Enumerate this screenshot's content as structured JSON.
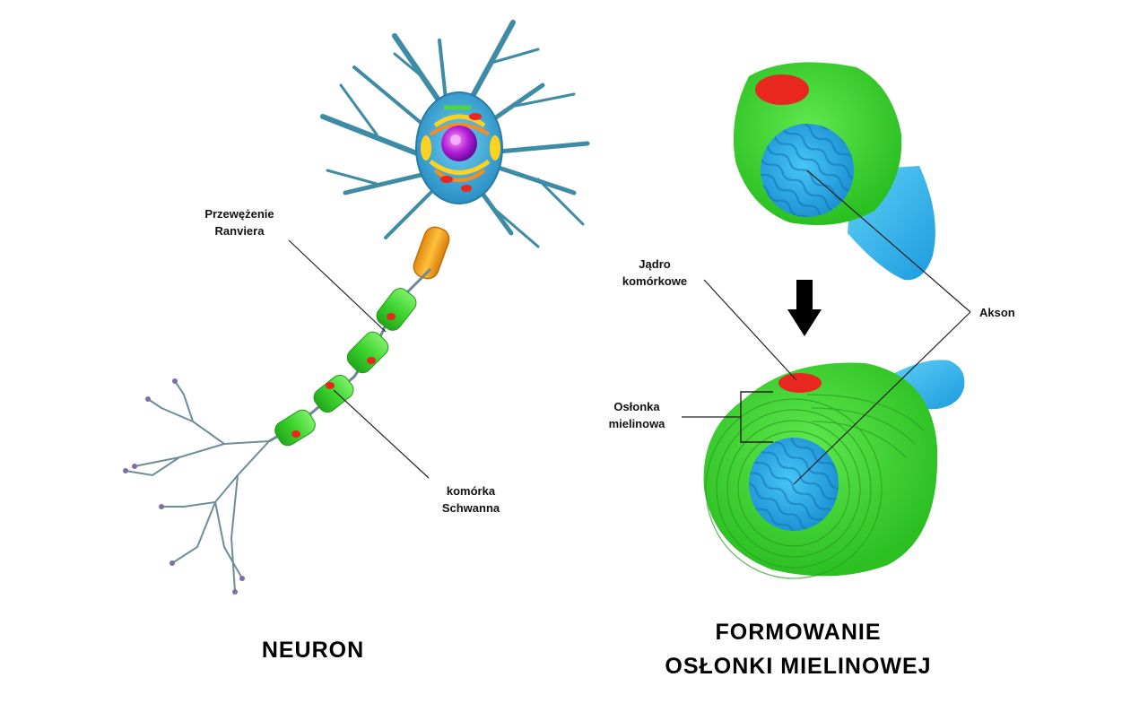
{
  "labels": {
    "ranvier": [
      "Przewężenie",
      "Ranviera"
    ],
    "schwann": [
      "komórka",
      "Schwanna"
    ],
    "nucleus": [
      "Jądro",
      "komórkowe"
    ],
    "myelin": [
      "Osłonka",
      "mielinowa"
    ],
    "axon": "Akson"
  },
  "titles": {
    "neuron": "NEURON",
    "formation": [
      "FORMOWANIE",
      "OSŁONKI MIELINOWEJ"
    ]
  },
  "colors": {
    "myelin_green": "#3fd43a",
    "axon_blue": "#29b6ec",
    "nucleus_red": "#e8271f",
    "soma_blue": "#36a8d6",
    "axon_hillock_orange": "#f2a21a"
  }
}
